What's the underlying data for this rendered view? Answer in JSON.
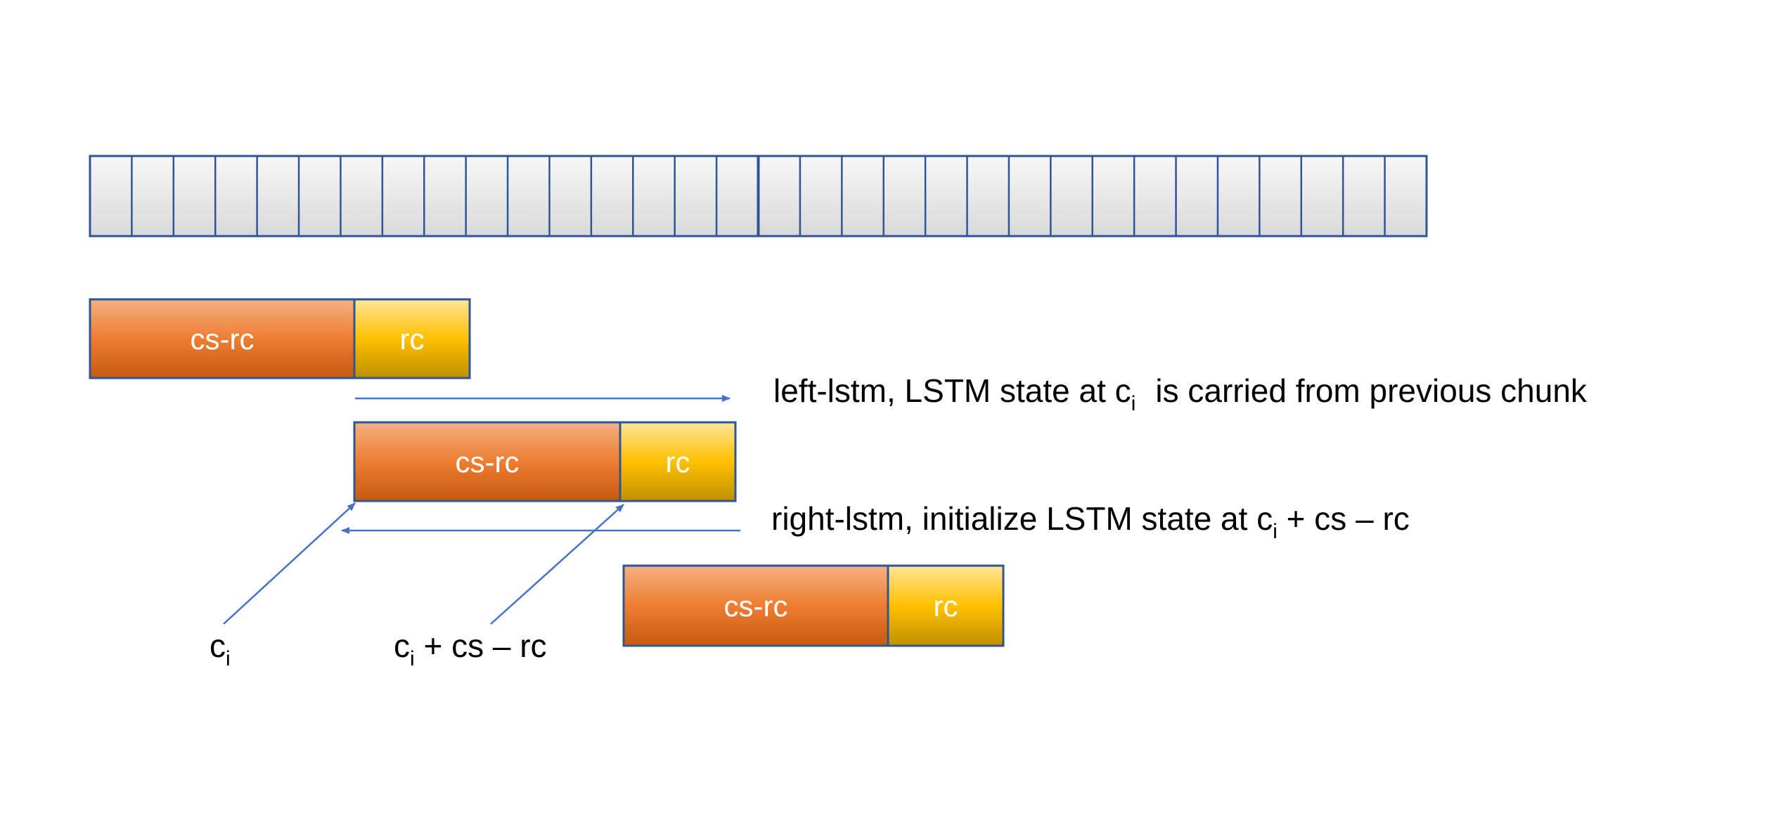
{
  "frame_count": 32,
  "colors": {
    "border": "#2f5597",
    "frame_fill_top": "#f7f7f7",
    "frame_fill_bottom": "#d9d9d9",
    "cs_rc_top": "#f4b183",
    "cs_rc_mid": "#ed7d31",
    "cs_rc_bottom": "#c55a11",
    "rc_top": "#ffe699",
    "rc_mid": "#ffc000",
    "rc_bottom": "#bf9000",
    "arrow": "#4472c4"
  },
  "chunks": [
    {
      "main_label": "cs-rc",
      "right_label": "rc"
    },
    {
      "main_label": "cs-rc",
      "right_label": "rc"
    },
    {
      "main_label": "cs-rc",
      "right_label": "rc"
    }
  ],
  "annotations": {
    "left_lstm_prefix": "left-lstm, LSTM state at c",
    "left_lstm_sub": "i",
    "left_lstm_suffix": "is carried from previous chunk",
    "right_lstm_prefix": "right-lstm, initialize LSTM state at c",
    "right_lstm_sub": "i",
    "right_lstm_suffix": " + cs – rc",
    "ci_base": "c",
    "ci_sub": "i",
    "ci2_base": "c",
    "ci2_sub": "i",
    "ci2_suffix": " + cs – rc"
  }
}
